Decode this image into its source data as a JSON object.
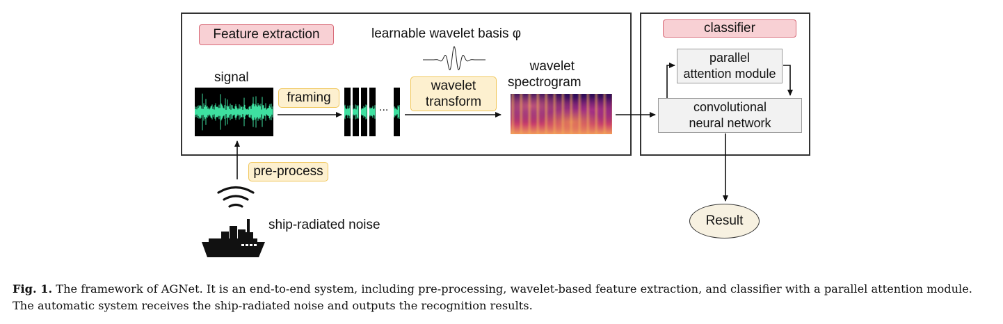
{
  "diagram": {
    "feature_extraction_label": "Feature extraction",
    "learnable_basis_label": "learnable wavelet basis φ",
    "signal_label": "signal",
    "framing_label": "framing",
    "ellipsis": "...",
    "wavelet_transform_line1": "wavelet",
    "wavelet_transform_line2": "transform",
    "spectrogram_line1": "wavelet",
    "spectrogram_line2": "spectrogram",
    "classifier_label": "classifier",
    "attention_line1": "parallel",
    "attention_line2": "attention module",
    "cnn_line1": "convolutional",
    "cnn_line2": "neural network",
    "preprocess_label": "pre-process",
    "ship_label": "ship-radiated noise",
    "result_label": "Result",
    "colors": {
      "pink_tag": "#f8d0d4",
      "yellow_tag": "#fdf0cf",
      "signal_wave": "#3ee0a0",
      "panel_border": "#333333"
    },
    "icons": [
      "signal-waves-icon",
      "ship-icon",
      "wavelet-icon"
    ]
  },
  "caption": {
    "fig_label": "Fig. 1.",
    "text": " The framework of AGNet. It is an end-to-end system, including pre-processing, wavelet-based feature extraction, and classifier with a parallel attention module. The automatic system receives the ship-radiated noise and outputs the recognition results."
  }
}
